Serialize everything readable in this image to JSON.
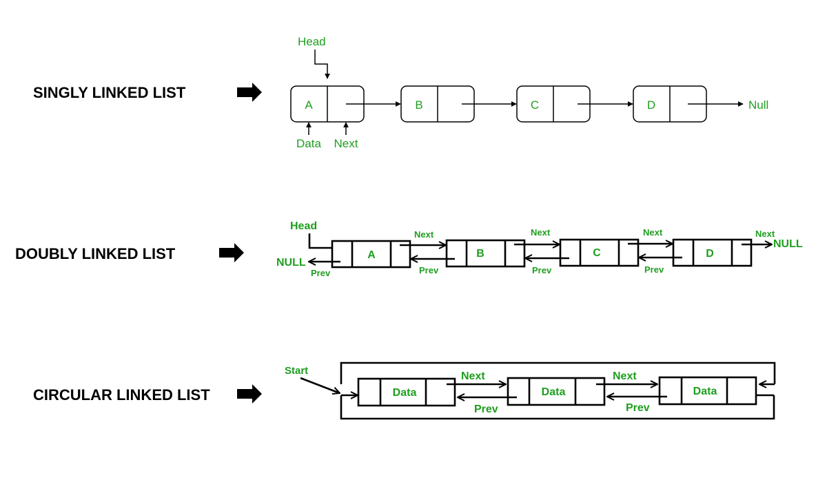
{
  "colors": {
    "label": "#1e9e1e",
    "line": "#000000",
    "title": "#000000"
  },
  "sections": {
    "singly": {
      "title": "SINGLY LINKED LIST",
      "head": "Head",
      "nodes": [
        "A",
        "B",
        "C",
        "D"
      ],
      "data_label": "Data",
      "next_label": "Next",
      "null_label": "Null"
    },
    "doubly": {
      "title": "DOUBLY LINKED LIST",
      "head": "Head",
      "nodes": [
        "A",
        "B",
        "C",
        "D"
      ],
      "next_label": "Next",
      "prev_label": "Prev",
      "null_left": "NULL",
      "null_right": "NULL"
    },
    "circular": {
      "title": "CIRCULAR LINKED LIST",
      "start": "Start",
      "nodes": [
        "Data",
        "Data",
        "Data"
      ],
      "next_label": "Next",
      "prev_label": "Prev"
    }
  },
  "icons": {
    "section_arrow": "thick-right-arrow-icon"
  }
}
